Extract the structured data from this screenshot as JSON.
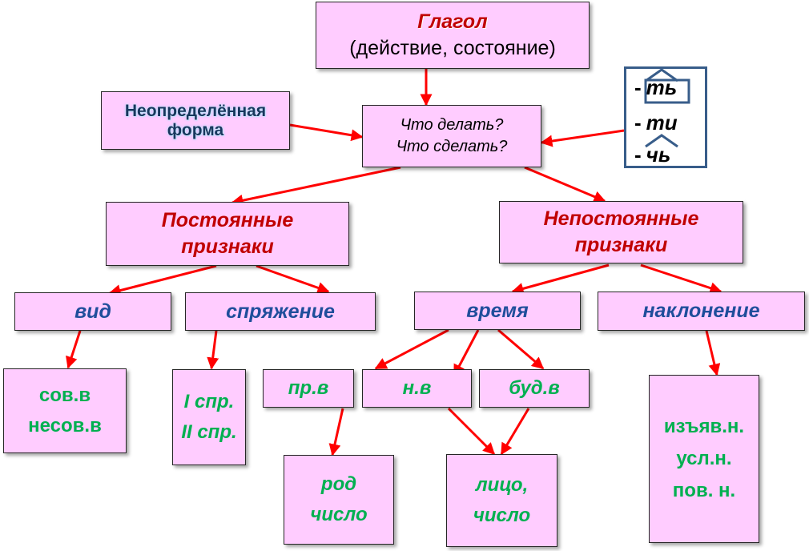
{
  "colors": {
    "box_fill": "#ffccff",
    "arrow": "#ff0000",
    "heading_red": "#c00000",
    "feature_blue": "#1f4e9b",
    "value_green": "#00b050",
    "suffix_frame": "#385d8a"
  },
  "verb": {
    "title": "Глагол",
    "subtitle": "(действие, состояние)"
  },
  "infinitive": {
    "line1": "Неопределённая",
    "line2": "форма"
  },
  "questions": {
    "q1": "Что делать?",
    "q2": "Что сделать?"
  },
  "suffixes": [
    {
      "dash": "-",
      "text": "ть"
    },
    {
      "dash": "-",
      "text": "ти"
    },
    {
      "dash": "-",
      "text": "чь"
    }
  ],
  "permanent": {
    "line1": "Постоянные",
    "line2": "признаки"
  },
  "non_permanent": {
    "line1": "Непостоянные",
    "line2": "признаки"
  },
  "features": {
    "aspect": "вид",
    "conjugation": "спряжение",
    "tense": "время",
    "mood": "наклонение"
  },
  "aspect_values": {
    "line1": "сов.в",
    "line2": "несов.в"
  },
  "conjugation_values": {
    "line1": "I спр.",
    "line2": "II спр."
  },
  "tenses": {
    "past": "пр.в",
    "present": "н.в",
    "future": "буд.в"
  },
  "past_features": {
    "line1": "род",
    "line2": "число"
  },
  "present_future_features": {
    "line1": "лицо,",
    "line2": "число"
  },
  "mood_values": {
    "line1": "изъяв.н.",
    "line2": "усл.н.",
    "line3": "пов. н."
  }
}
